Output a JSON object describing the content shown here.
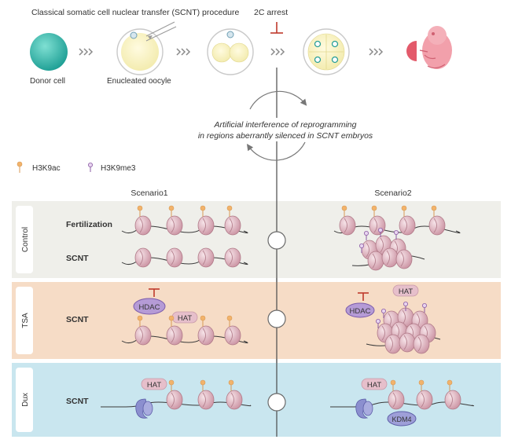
{
  "header": {
    "title": "Classical somatic cell nuclear transfer (SCNT) procedure",
    "arrest_label": "2C arrest"
  },
  "procedure": {
    "donor_label": "Donor cell",
    "oocyte_label": "Enucleated oocyle"
  },
  "cycle_text": {
    "line1": "Artificial interference of reprogramming",
    "line2": "in regions aberrantly silenced in SCNT embryos"
  },
  "legend": {
    "h3k9ac": "H3K9ac",
    "h3k9me3": "H3K9me3"
  },
  "scenarios": {
    "s1": "Scenario1",
    "s2": "Scenario2"
  },
  "panels": {
    "control": {
      "label": "Control",
      "row1": "Fertilization",
      "row2": "SCNT"
    },
    "tsa": {
      "label": "TSA",
      "row1": "SCNT"
    },
    "dux": {
      "label": "Dux",
      "row1": "SCNT"
    }
  },
  "proteins": {
    "hdac": "HDAC",
    "hat": "HAT",
    "kdm4": "KDM4"
  },
  "colors": {
    "control_bg": "#efefea",
    "tsa_bg": "#f6dcc6",
    "dux_bg": "#c9e6ef",
    "nucleosome": "#d9a9b4",
    "acetyl": "#f2b36b",
    "methyl": "#a678bd",
    "inhibit": "#c0392b",
    "dux_protein": "#8b8fcf"
  }
}
